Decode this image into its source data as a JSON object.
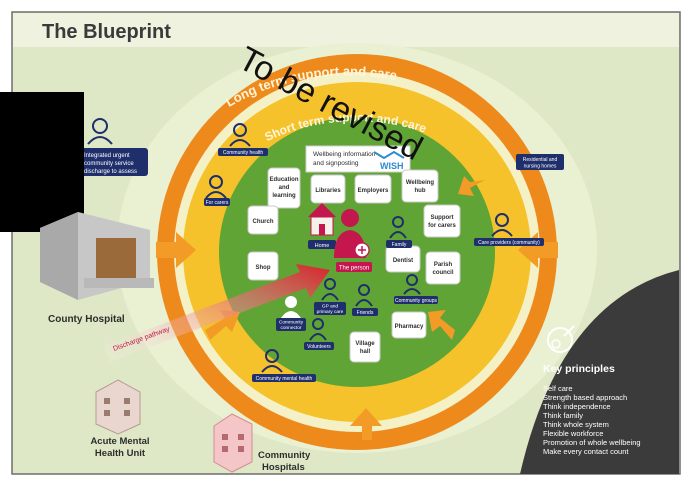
{
  "title": "The Blueprint",
  "watermark": "To be revised",
  "rings": {
    "outer": "Long term support and care",
    "inner": "Short term support and care"
  },
  "wish": {
    "text_line1": "Wellbeing information",
    "text_line2": "and signposting",
    "logo": "WISH"
  },
  "community_boxes": [
    {
      "lines": [
        "Education",
        "and",
        "learning"
      ]
    },
    {
      "lines": [
        "Libraries"
      ]
    },
    {
      "lines": [
        "Employers"
      ]
    },
    {
      "lines": [
        "Wellbeing",
        "hub"
      ]
    },
    {
      "lines": [
        "Church"
      ]
    },
    {
      "lines": [
        "Support",
        "for carers"
      ]
    },
    {
      "lines": [
        "Shop"
      ]
    },
    {
      "lines": [
        "Dentist"
      ]
    },
    {
      "lines": [
        "Parish",
        "council"
      ]
    },
    {
      "lines": [
        "Pharmacy"
      ]
    },
    {
      "lines": [
        "Village",
        "hall"
      ]
    }
  ],
  "center": {
    "home": "Home",
    "person": "The person"
  },
  "inner_badges": {
    "family": "Family",
    "gp_line1": "GP and",
    "gp_line2": "primary care",
    "friends": "Friends",
    "community_groups": "Community groups",
    "volunteers": "Volunteers",
    "community_connector_line1": "Community",
    "community_connector_line2": "connector"
  },
  "outer_badges": {
    "community_health": "Community health",
    "for_carers": "For carers",
    "community_mental_health": "Community mental health",
    "care_providers": "Care providers (community)",
    "residential_line1": "Residential and",
    "residential_line2": "nursing homes",
    "integrated_line1": "Integrated urgent",
    "integrated_line2": "community service",
    "integrated_line3": "discharge to assess"
  },
  "buildings": {
    "county_hospital": "County Hospital",
    "acute_line1": "Acute Mental",
    "acute_line2": "Health Unit",
    "community_line1": "Community",
    "community_line2": "Hospitals"
  },
  "discharge_pathway": "Discharge pathway",
  "key_principles": {
    "title": "Key principles",
    "items": [
      "Self care",
      "Strength based approach",
      "Think independence",
      "Think family",
      "Think whole system",
      "Flexible workforce",
      "Promotion of whole wellbeing",
      "Make every contact count"
    ]
  },
  "colors": {
    "background": "#dfe8c6",
    "ring_orange": "#ee8a1c",
    "ring_yellow": "#f6c22b",
    "center_green": "#5fa434",
    "navy": "#1f2f6b",
    "person": "#c3174d",
    "panel_dark": "#3b3b3b",
    "redaction": "#000000"
  }
}
